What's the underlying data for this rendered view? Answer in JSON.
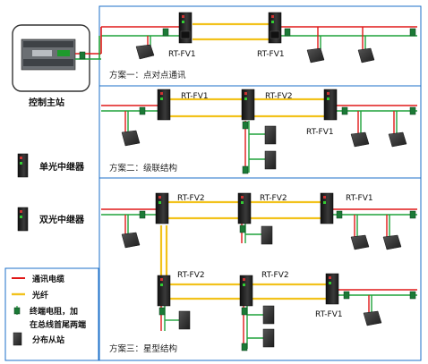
{
  "colors": {
    "cable": "#e01818",
    "fiber": "#f2c21c",
    "bus": "#1fa23a",
    "frame": "#1b6fc9",
    "device": "#2a2a2a"
  },
  "sidebar": {
    "main_station_label": "控制主站",
    "single_repeater_label": "单光中继器",
    "dual_repeater_label": "双光中继器"
  },
  "schemes": {
    "one": {
      "title": "方案一：点对点通讯",
      "repeater_labels": [
        "RT-FV1",
        "RT-FV1"
      ]
    },
    "two": {
      "title": "方案二：级联结构",
      "repeater_labels": [
        "RT-FV1",
        "RT-FV2",
        "RT-FV1"
      ]
    },
    "three": {
      "title": "方案三：星型结构",
      "repeater_labels": [
        "RT-FV2",
        "RT-FV2",
        "RT-FV1",
        "RT-FV2",
        "RT-FV2",
        "RT-FV1"
      ]
    }
  },
  "legend": {
    "items": [
      {
        "label": "通讯电缆",
        "icon": "red-line"
      },
      {
        "label": "光纤",
        "icon": "yellow-line"
      },
      {
        "label": "终端电阻，加",
        "icon": "terminator"
      },
      {
        "label": "在总线首尾两端",
        "icon": ""
      },
      {
        "label": "分布从站",
        "icon": "slave-device"
      }
    ]
  }
}
